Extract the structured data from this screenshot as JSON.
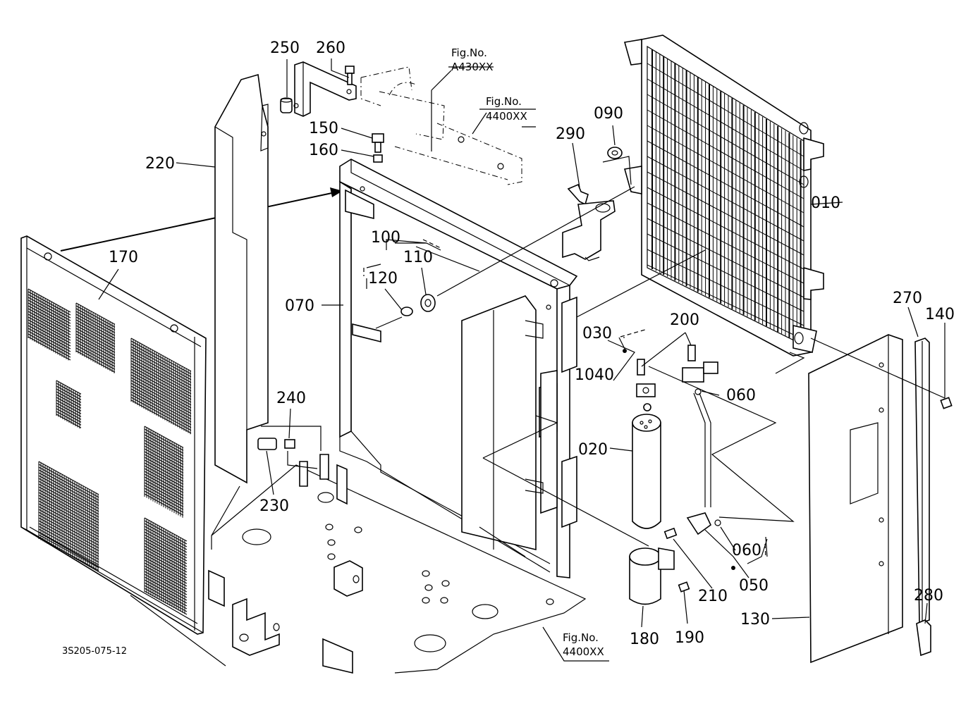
{
  "diagram": {
    "drawing_code": "3S205-075-12",
    "parts": [
      {
        "id": "010"
      },
      {
        "id": "020"
      },
      {
        "id": "030"
      },
      {
        "id": "050"
      },
      {
        "id": "060",
        "count": 2
      },
      {
        "id": "070"
      },
      {
        "id": "090"
      },
      {
        "id": "100"
      },
      {
        "id": "110"
      },
      {
        "id": "120"
      },
      {
        "id": "130"
      },
      {
        "id": "140"
      },
      {
        "id": "150"
      },
      {
        "id": "160"
      },
      {
        "id": "170"
      },
      {
        "id": "180"
      },
      {
        "id": "190"
      },
      {
        "id": "200"
      },
      {
        "id": "210"
      },
      {
        "id": "220"
      },
      {
        "id": "230"
      },
      {
        "id": "240"
      },
      {
        "id": "250"
      },
      {
        "id": "260"
      },
      {
        "id": "270"
      },
      {
        "id": "280"
      },
      {
        "id": "290"
      },
      {
        "id": "1040"
      }
    ],
    "figure_refs": [
      {
        "line1": "Fig.No.",
        "line2": "A430XX"
      },
      {
        "line1": "Fig.No.",
        "line2": "4400XX"
      },
      {
        "line1": "Fig.No.",
        "line2": "4400XX"
      }
    ]
  }
}
